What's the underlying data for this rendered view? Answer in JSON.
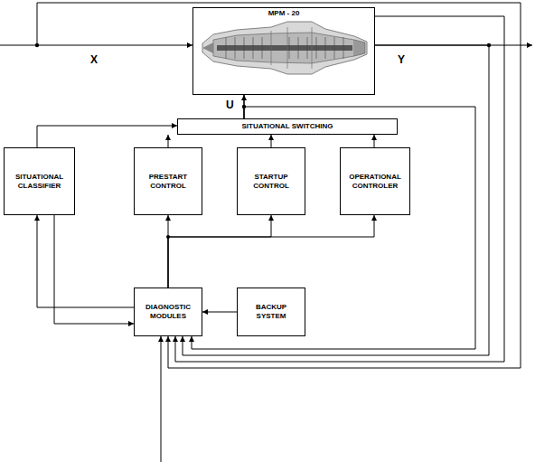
{
  "diagram": {
    "nodes": [
      {
        "text": [
          "MPM - 20"
        ]
      },
      {
        "text": [
          "SITUATIONAL SWITCHING"
        ]
      },
      {
        "text": [
          "SITUATIONAL CLASSIFIER"
        ]
      },
      {
        "text": [
          "PRESTART CONTROL"
        ]
      },
      {
        "text": [
          "STARTUP CONTROL"
        ]
      },
      {
        "text": [
          "OPERATIONAL CONTROLER"
        ]
      },
      {
        "text": [
          "DIAGNOSTIC MODULES"
        ]
      },
      {
        "text": [
          "BACKUP SYSTEM"
        ]
      }
    ],
    "edges": [
      {
        "from": 1,
        "to": 0,
        "arrow": "to"
      },
      {
        "from": 2,
        "to": 1,
        "arrow": "to"
      },
      {
        "from": 3,
        "to": 1,
        "arrow": "to"
      },
      {
        "from": 4,
        "to": 1,
        "arrow": "to"
      },
      {
        "from": 5,
        "to": 1,
        "arrow": "to"
      },
      {
        "from": 6,
        "to": 2,
        "arrow": "to"
      },
      {
        "from": 2,
        "to": 6,
        "arrow": "to"
      },
      {
        "from": 6,
        "to": 3,
        "arrow": "to"
      },
      {
        "from": 6,
        "to": 4,
        "arrow": "to"
      },
      {
        "from": 6,
        "to": 5,
        "arrow": "to"
      },
      {
        "from": 7,
        "to": 6,
        "arrow": "to"
      },
      {
        "from": 0,
        "to": 6,
        "arrow": "to"
      },
      {
        "from": 0,
        "to": 6,
        "arrow": "to"
      },
      {
        "from": 1,
        "to": 6,
        "arrow": "to"
      }
    ],
    "labels": [
      "X",
      "Y",
      "U"
    ]
  }
}
